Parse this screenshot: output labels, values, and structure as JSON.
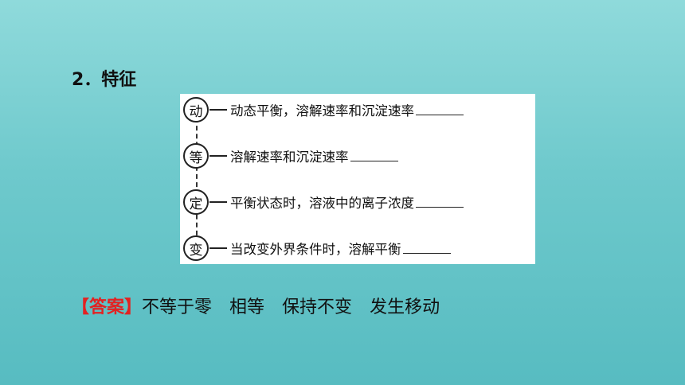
{
  "heading": "2．特征",
  "rows": [
    {
      "node": "动",
      "text": "动态平衡，溶解速率和沉淀速率"
    },
    {
      "node": "等",
      "text": "溶解速率和沉淀速率"
    },
    {
      "node": "定",
      "text": "平衡状态时，溶液中的离子浓度"
    },
    {
      "node": "变",
      "text": "当改变外界条件时，溶解平衡"
    }
  ],
  "answer": {
    "label": "【答案】",
    "items": [
      "不等于零",
      "相等",
      "保持不变",
      "发生移动"
    ]
  },
  "colors": {
    "background": "#6ec9cc",
    "answer_label": "#e32222"
  }
}
